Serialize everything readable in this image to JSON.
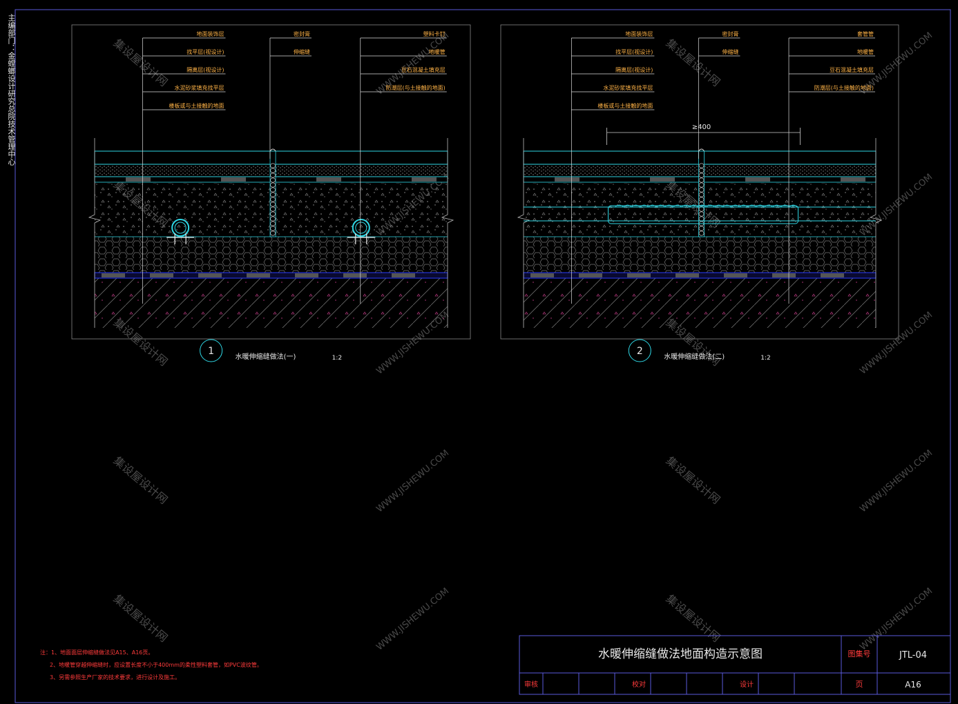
{
  "side_text": "主编部门：金螳螂设计研究总院技术管理中心",
  "watermarks": {
    "cn": "集设屋设计网",
    "en": "WWW.JISHEWU.COM"
  },
  "detail1": {
    "number": "1",
    "title": "水暖伸缩缝做法(一)",
    "scale": "1:2",
    "labels_left": [
      "地面装饰层",
      "找平层(视设计)",
      "隔离层(视设计)",
      "水泥砂浆填充找平层",
      "楼板或与土接触的地面"
    ],
    "labels_mid": [
      "密封膏",
      "伸缩缝"
    ],
    "labels_right": [
      "塑料卡钉",
      "地暖管",
      "豆石混凝土填充层",
      "防潮层(与土接触的地面)"
    ]
  },
  "detail2": {
    "number": "2",
    "title": "水暖伸缩缝做法(二)",
    "scale": "1:2",
    "dimension": "≥400",
    "labels_left": [
      "地面装饰层",
      "找平层(视设计)",
      "隔离层(视设计)",
      "水泥砂浆填充找平层",
      "楼板或与土接触的地面"
    ],
    "labels_mid": [
      "密封膏",
      "伸缩缝"
    ],
    "labels_right": [
      "套管管",
      "地暖管",
      "豆石混凝土填充层",
      "防潮层(与土接触的地面)"
    ]
  },
  "notes": [
    "注：1、地面面层伸缩缝做法见A15、A16页。",
    "2、地暖管穿越伸缩缝时，应设置长度不小于400mm的柔性塑料套管，如PVC波纹管。",
    "3、另需参照生产厂家的技术要求，进行设计及施工。"
  ],
  "title_block": {
    "title": "水暖伸缩缝做法地面构造示意图",
    "atlas_label": "图集号",
    "atlas_value": "JTL-04",
    "page_label": "页",
    "page_value": "A16",
    "review_label": "审核",
    "check_label": "校对",
    "design_label": "设计"
  },
  "colors": {
    "background": "#000000",
    "frame": "#5a5adc",
    "cyan": "#2fd8e6",
    "white": "#e8e8e8",
    "label": "#ffb347",
    "red": "#ff3b3b",
    "blue": "#2a3cff",
    "magenta": "#d04090",
    "gray": "#555555",
    "watermark": "#4a4a4a"
  }
}
